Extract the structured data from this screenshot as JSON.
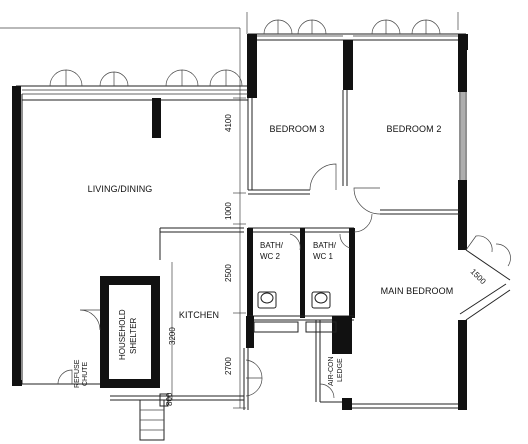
{
  "rooms": {
    "living": "LIVING/DINING",
    "bedroom3": "BEDROOM 3",
    "bedroom2": "BEDROOM 2",
    "main_bedroom": "MAIN BEDROOM",
    "kitchen": "KITCHEN",
    "bath2_line1": "BATH/",
    "bath2_line2": "WC 2",
    "bath1_line1": "BATH/",
    "bath1_line2": "WC 1",
    "shelter_line1": "HOUSEHOLD",
    "shelter_line2": "SHELTER",
    "aircon_line1": "AIR-CON",
    "aircon_line2": "LEDGE",
    "refuse_line1": "REFUSE",
    "refuse_line2": "CHUTE"
  },
  "dimensions": {
    "d1": "4100",
    "d2": "1000",
    "d3": "2500",
    "d4": "2700",
    "d5": "3200",
    "d6": "800",
    "d7": "1500"
  }
}
